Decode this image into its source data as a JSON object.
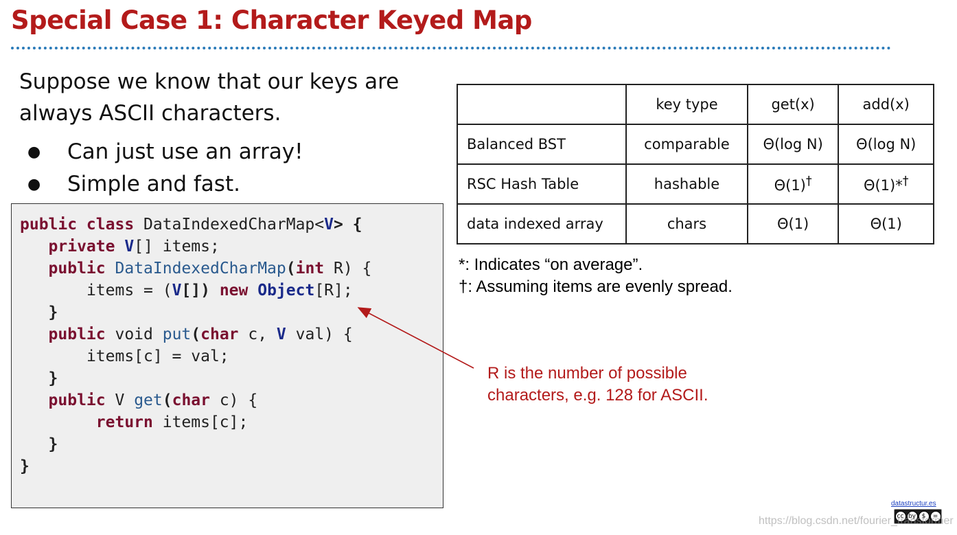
{
  "slide": {
    "title": "Special Case 1: Character Keyed Map",
    "intro": "Suppose we know that our keys are always ASCII characters.",
    "bullets": [
      "Can just use an array!",
      "Simple and fast."
    ]
  },
  "code": {
    "l1": {
      "a": "public class",
      "b": " DataIndexedCharMap<",
      "c": "V",
      "d": "> {"
    },
    "l2": {
      "a": "private",
      "b": " ",
      "c": "V",
      "d": "[] items;"
    },
    "l3": {
      "a": "public",
      "b": " ",
      "c": "DataIndexedCharMap",
      "d": "(",
      "e": "int",
      "f": " R) {"
    },
    "l4": {
      "a": "items = (",
      "b": "V",
      "c": "[]) ",
      "d": "new",
      "e": " ",
      "f": "Object",
      "g": "[R];"
    },
    "l5": "}",
    "l6": {
      "a": "public",
      "b": " void ",
      "c": "put",
      "d": "(",
      "e": "char",
      "f": " c, ",
      "g": "V",
      "h": " val) {"
    },
    "l7": "items[c] = val;",
    "l8": "}",
    "l9": {
      "a": "public",
      "b": " V ",
      "c": "get",
      "d": "(",
      "e": "char",
      "f": " c) {"
    },
    "l10": {
      "a": "return",
      "b": " items[c];"
    },
    "l11": "}",
    "l12": "}"
  },
  "table": {
    "headers": [
      "",
      "key type",
      "get(x)",
      "add(x)"
    ],
    "rows": [
      [
        "Balanced BST",
        "comparable",
        "Θ(log N)",
        "Θ(log N)"
      ],
      [
        "RSC Hash Table",
        "hashable",
        "Θ(1)",
        "Θ(1)*"
      ],
      [
        "data indexed array",
        "chars",
        "Θ(1)",
        "Θ(1)"
      ]
    ],
    "dagger": "†"
  },
  "notes": {
    "star": "*: Indicates “on average”.",
    "dagger": "†: Assuming items are evenly spread."
  },
  "annotation": {
    "line1": "R is the number of possible",
    "line2": "characters, e.g. 128 for ASCII."
  },
  "footer": {
    "link": "datastructur.es",
    "license_icons": [
      "cc",
      "by",
      "$",
      "="
    ],
    "watermark": "https://blog.csdn.net/fourier_transformer"
  },
  "colors": {
    "title": "#b31b1b",
    "divider": "#2b7bb9",
    "annotation": "#b31b1b",
    "code_bg": "#efefef"
  }
}
